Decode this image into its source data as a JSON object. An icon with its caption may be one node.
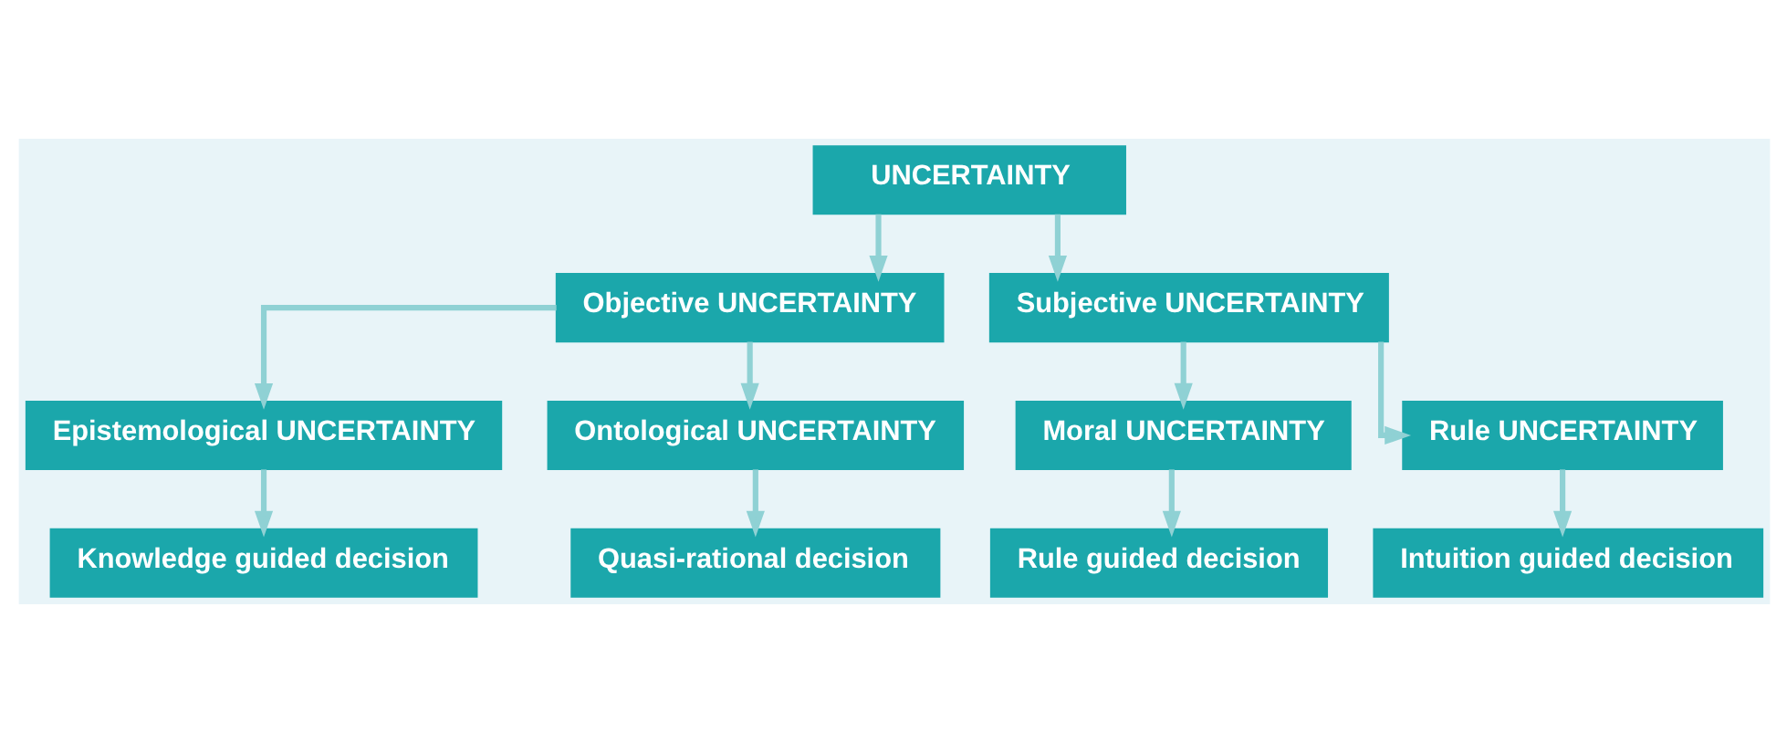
{
  "diagram": {
    "nodes": [
      {
        "text": [
          "UNCERTAINTY"
        ]
      },
      {
        "text": [
          "Objective UNCERTAINTY"
        ]
      },
      {
        "text": [
          "Subjective UNCERTAINTY"
        ]
      },
      {
        "text": [
          "Epistemological UNCERTAINTY"
        ]
      },
      {
        "text": [
          "Ontological UNCERTAINTY"
        ]
      },
      {
        "text": [
          "Moral UNCERTAINTY"
        ]
      },
      {
        "text": [
          "Rule UNCERTAINTY"
        ]
      },
      {
        "text": [
          "Knowledge guided decision"
        ]
      },
      {
        "text": [
          "Quasi-rational decision"
        ]
      },
      {
        "text": [
          "Rule guided decision"
        ]
      },
      {
        "text": [
          "Intuition guided decision"
        ]
      }
    ],
    "edges": [
      {
        "from": 0,
        "to": 1,
        "arrow": "to"
      },
      {
        "from": 0,
        "to": 2,
        "arrow": "to"
      },
      {
        "from": 1,
        "to": 3,
        "arrow": "to"
      },
      {
        "from": 1,
        "to": 4,
        "arrow": "to"
      },
      {
        "from": 2,
        "to": 5,
        "arrow": "to"
      },
      {
        "from": 2,
        "to": 6,
        "arrow": "to"
      },
      {
        "from": 3,
        "to": 7,
        "arrow": "to"
      },
      {
        "from": 4,
        "to": 8,
        "arrow": "to"
      },
      {
        "from": 5,
        "to": 9,
        "arrow": "to"
      },
      {
        "from": 6,
        "to": 10,
        "arrow": "to"
      }
    ]
  }
}
